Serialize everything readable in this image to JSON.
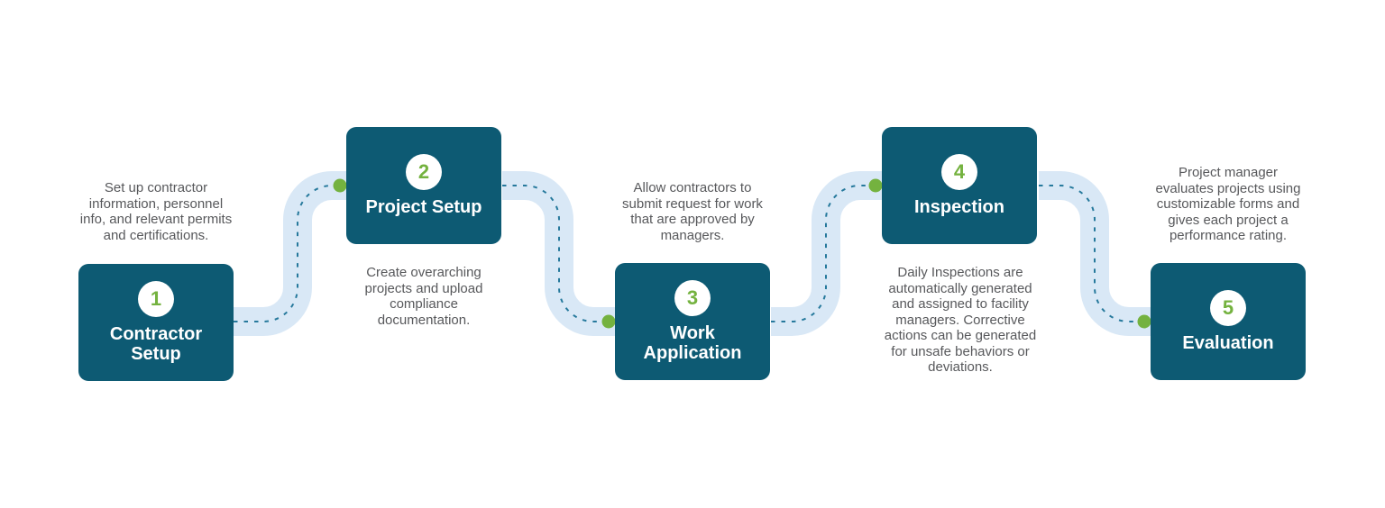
{
  "colors": {
    "box-teal": "#0D5A73",
    "accent-green": "#74B23F",
    "band-blue": "#D9E8F6",
    "dash-teal": "#26799C",
    "desc-gray": "#57585B",
    "circle-white": "#FFFFFF",
    "bg": "#FFFFFF"
  },
  "diagram": {
    "type": "process-flow",
    "step_count": 5
  },
  "steps": [
    {
      "number": "1",
      "title": "Contractor Setup",
      "description_position": "above",
      "description_lines": [
        "Set up contractor",
        "information, personnel",
        "info, and relevant permits",
        "and certifications."
      ]
    },
    {
      "number": "2",
      "title": "Project Setup",
      "description_position": "below",
      "description_lines": [
        "Create overarching",
        "projects and upload",
        "compliance",
        "documentation."
      ]
    },
    {
      "number": "3",
      "title": "Work Application",
      "description_position": "above",
      "description_lines": [
        "Allow contractors to",
        "submit request for work",
        "that are approved by",
        "managers."
      ]
    },
    {
      "number": "4",
      "title": "Inspection",
      "description_position": "below",
      "description_lines": [
        "Daily Inspections are",
        "automatically generated",
        "and assigned to facility",
        "managers. Corrective",
        "actions can be generated",
        "for unsafe behaviors or",
        "deviations."
      ]
    },
    {
      "number": "5",
      "title": "Evaluation",
      "description_position": "above",
      "description_lines": [
        "Project manager",
        "evaluates projects using",
        "customizable forms and",
        "gives each project a",
        "performance rating."
      ]
    }
  ]
}
